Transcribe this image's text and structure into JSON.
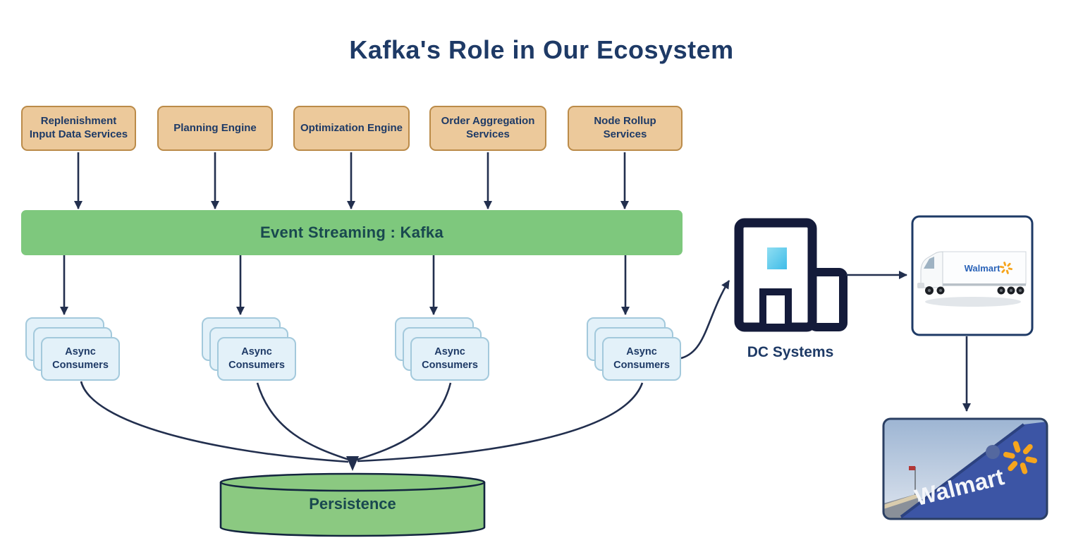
{
  "title": "Kafka's Role in Our Ecosystem",
  "producers": [
    {
      "label": "Replenishment Input Data Services"
    },
    {
      "label": "Planning Engine"
    },
    {
      "label": "Optimization Engine"
    },
    {
      "label": "Order Aggregation Services"
    },
    {
      "label": "Node Rollup Services"
    }
  ],
  "event_bus": {
    "label": "Event Streaming : Kafka"
  },
  "consumers": [
    {
      "label": "Async Consumers"
    },
    {
      "label": "Async Consumers"
    },
    {
      "label": "Async Consumers"
    },
    {
      "label": "Async Consumers"
    }
  ],
  "persistence": {
    "label": "Persistence"
  },
  "dc_systems": {
    "label": "DC Systems"
  },
  "truck": {
    "brand": "Walmart"
  },
  "store": {
    "brand": "Walmart"
  },
  "colors": {
    "navy_text": "#1e3a66",
    "green_label_text": "#19484f",
    "arrow": "#222f4e",
    "producer_fill": "#ecc99b",
    "producer_border": "#bb8b49",
    "kafka_green": "#7ec87d",
    "persistence_green": "#8bc981",
    "consumer_fill": "#e3f1f9",
    "consumer_border": "#a3c9dc",
    "building_icon": "#141b3a",
    "walmart_blue": "#3c55a5",
    "walmart_yellow": "#f6a51d"
  }
}
